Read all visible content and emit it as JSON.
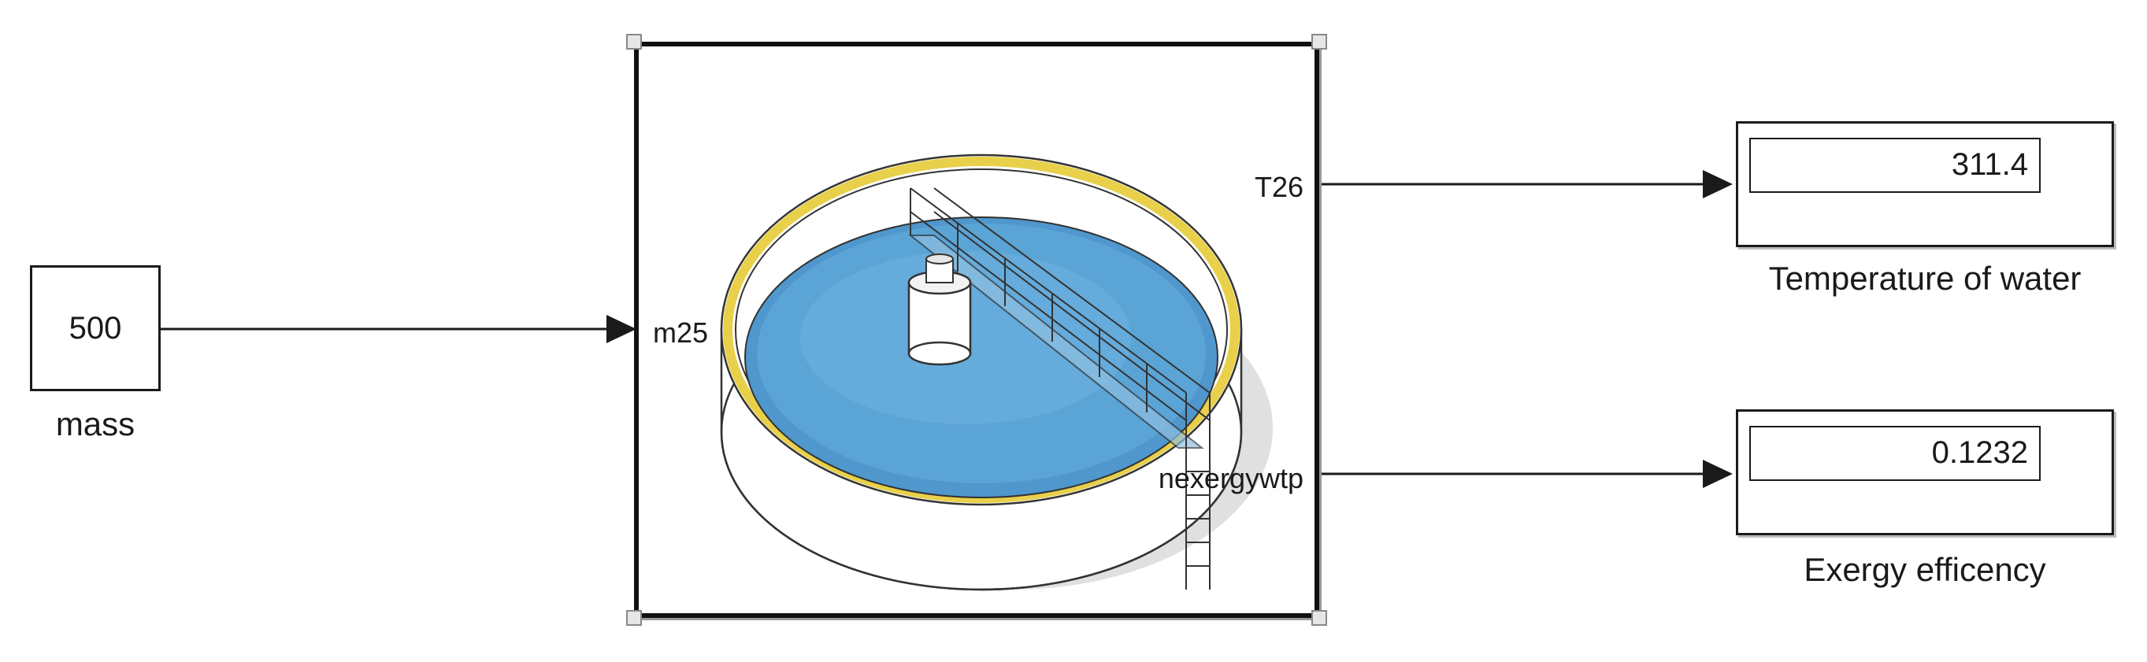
{
  "constant": {
    "value": "500",
    "label": "mass"
  },
  "subsystem": {
    "input_port": "m25",
    "output_ports": [
      "T26",
      "nexergywtp"
    ]
  },
  "displays": [
    {
      "value": "311.4",
      "label": "Temperature of water"
    },
    {
      "value": "0.1232",
      "label": "Exergy efficency"
    }
  ],
  "colors": {
    "water": "#5ba4d6",
    "rim": "#e8d04a",
    "line": "#1a1a1a"
  },
  "icons": {
    "subsystem": "water-treatment-clarifier-icon"
  }
}
